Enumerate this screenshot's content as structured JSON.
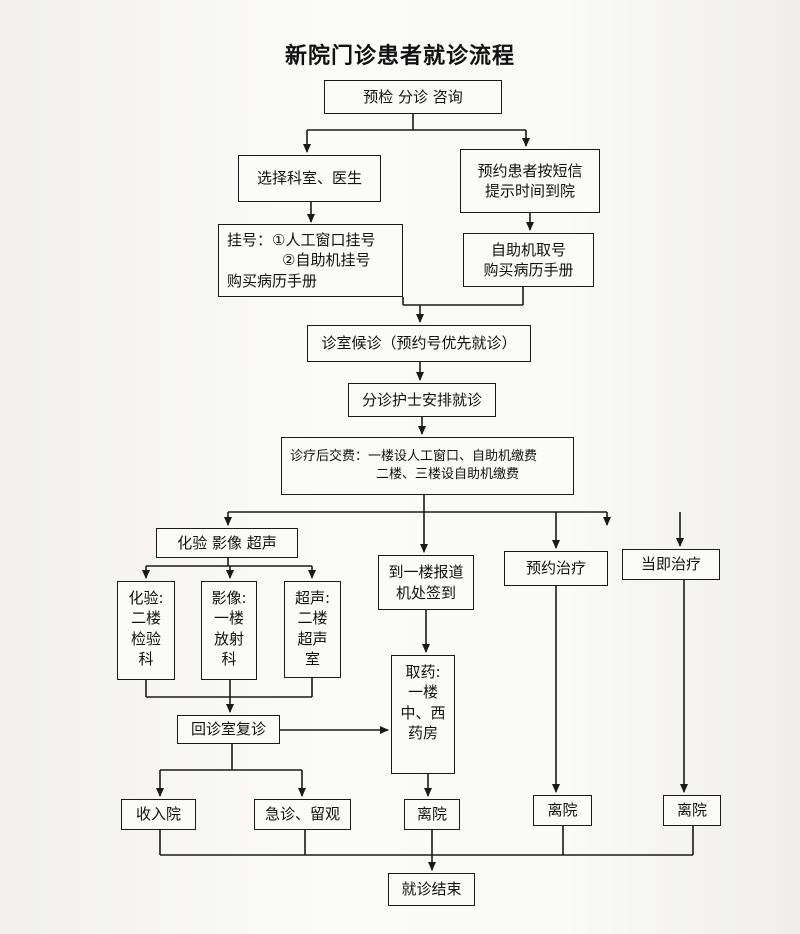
{
  "title": "新院门诊患者就诊流程",
  "nodes": {
    "triage": "预检  分诊  咨询",
    "select_dept": "选择科室、医生",
    "appt_patient": [
      "预约患者按短信",
      "提示时间到院"
    ],
    "register": [
      "挂号：①人工窗口挂号",
      "②自助机挂号",
      "购买病历手册"
    ],
    "self_ticket": [
      "自助机取号",
      "购买病历手册"
    ],
    "waiting": "诊室候诊（预约号优先就诊）",
    "nurse": "分诊护士安排就诊",
    "payment": [
      "诊疗后交费：一楼设人工窗口、自助机缴费",
      "二楼、三楼设自助机缴费"
    ],
    "exams": "化验  影像  超声",
    "lab": [
      "化验:",
      "二楼",
      "检验",
      "科"
    ],
    "imaging": [
      "影像:",
      "一楼",
      "放射",
      "科"
    ],
    "ultrasound": [
      "超声:",
      "二楼",
      "超声",
      "室"
    ],
    "checkin": [
      "到一楼报道",
      "机处签到"
    ],
    "appt_treat": "预约治疗",
    "immediate_treat": "当即治疗",
    "pharmacy": [
      "取药:",
      "一楼",
      "中、西",
      "药房"
    ],
    "revisit": "回诊室复诊",
    "admit": "收入院",
    "emergency": "急诊、留观",
    "leave1": "离院",
    "leave2": "离院",
    "leave3": "离院",
    "end": "就诊结束"
  }
}
